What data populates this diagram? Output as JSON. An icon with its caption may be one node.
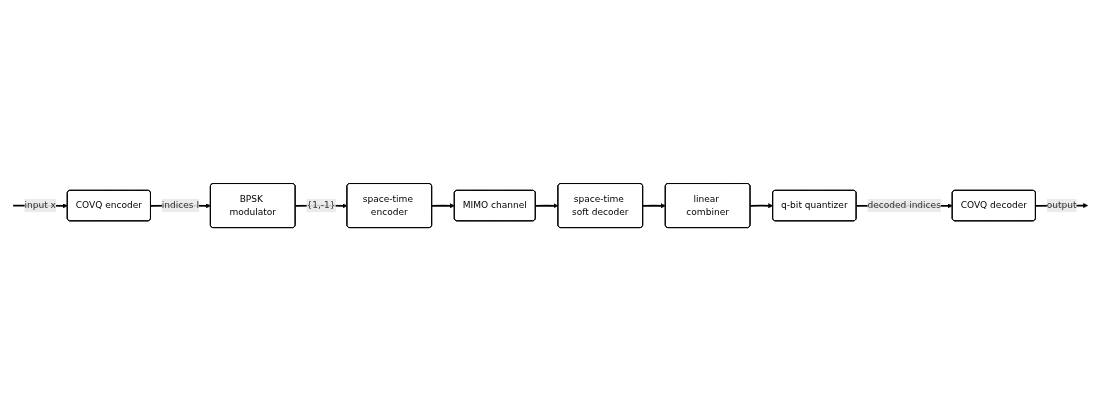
{
  "diagram": {
    "nodes": [
      {
        "text": [
          "COVQ encoder"
        ]
      },
      {
        "text": [
          "BPSK modulator"
        ]
      },
      {
        "text": [
          "space-time encoder"
        ]
      },
      {
        "text": [
          "MIMO channel"
        ]
      },
      {
        "text": [
          "space-time soft decoder"
        ]
      },
      {
        "text": [
          "linear combiner"
        ]
      },
      {
        "text": [
          "q-bit quantizer"
        ]
      },
      {
        "text": [
          "COVQ decoder"
        ]
      }
    ],
    "edges": [
      {
        "from": null,
        "to": 0,
        "arrow": "to",
        "label": "input x"
      },
      {
        "from": 0,
        "to": 1,
        "arrow": "to",
        "label": "indices I"
      },
      {
        "from": 1,
        "to": 2,
        "arrow": "to",
        "label": "{1,-1}"
      },
      {
        "from": 2,
        "to": 3,
        "arrow": "to"
      },
      {
        "from": 3,
        "to": 4,
        "arrow": "to"
      },
      {
        "from": 4,
        "to": 5,
        "arrow": "to"
      },
      {
        "from": 5,
        "to": 6,
        "arrow": "to"
      },
      {
        "from": 6,
        "to": 7,
        "arrow": "to",
        "label": "decoded indices"
      },
      {
        "from": 7,
        "to": null,
        "arrow": "to",
        "label": "output"
      }
    ]
  }
}
